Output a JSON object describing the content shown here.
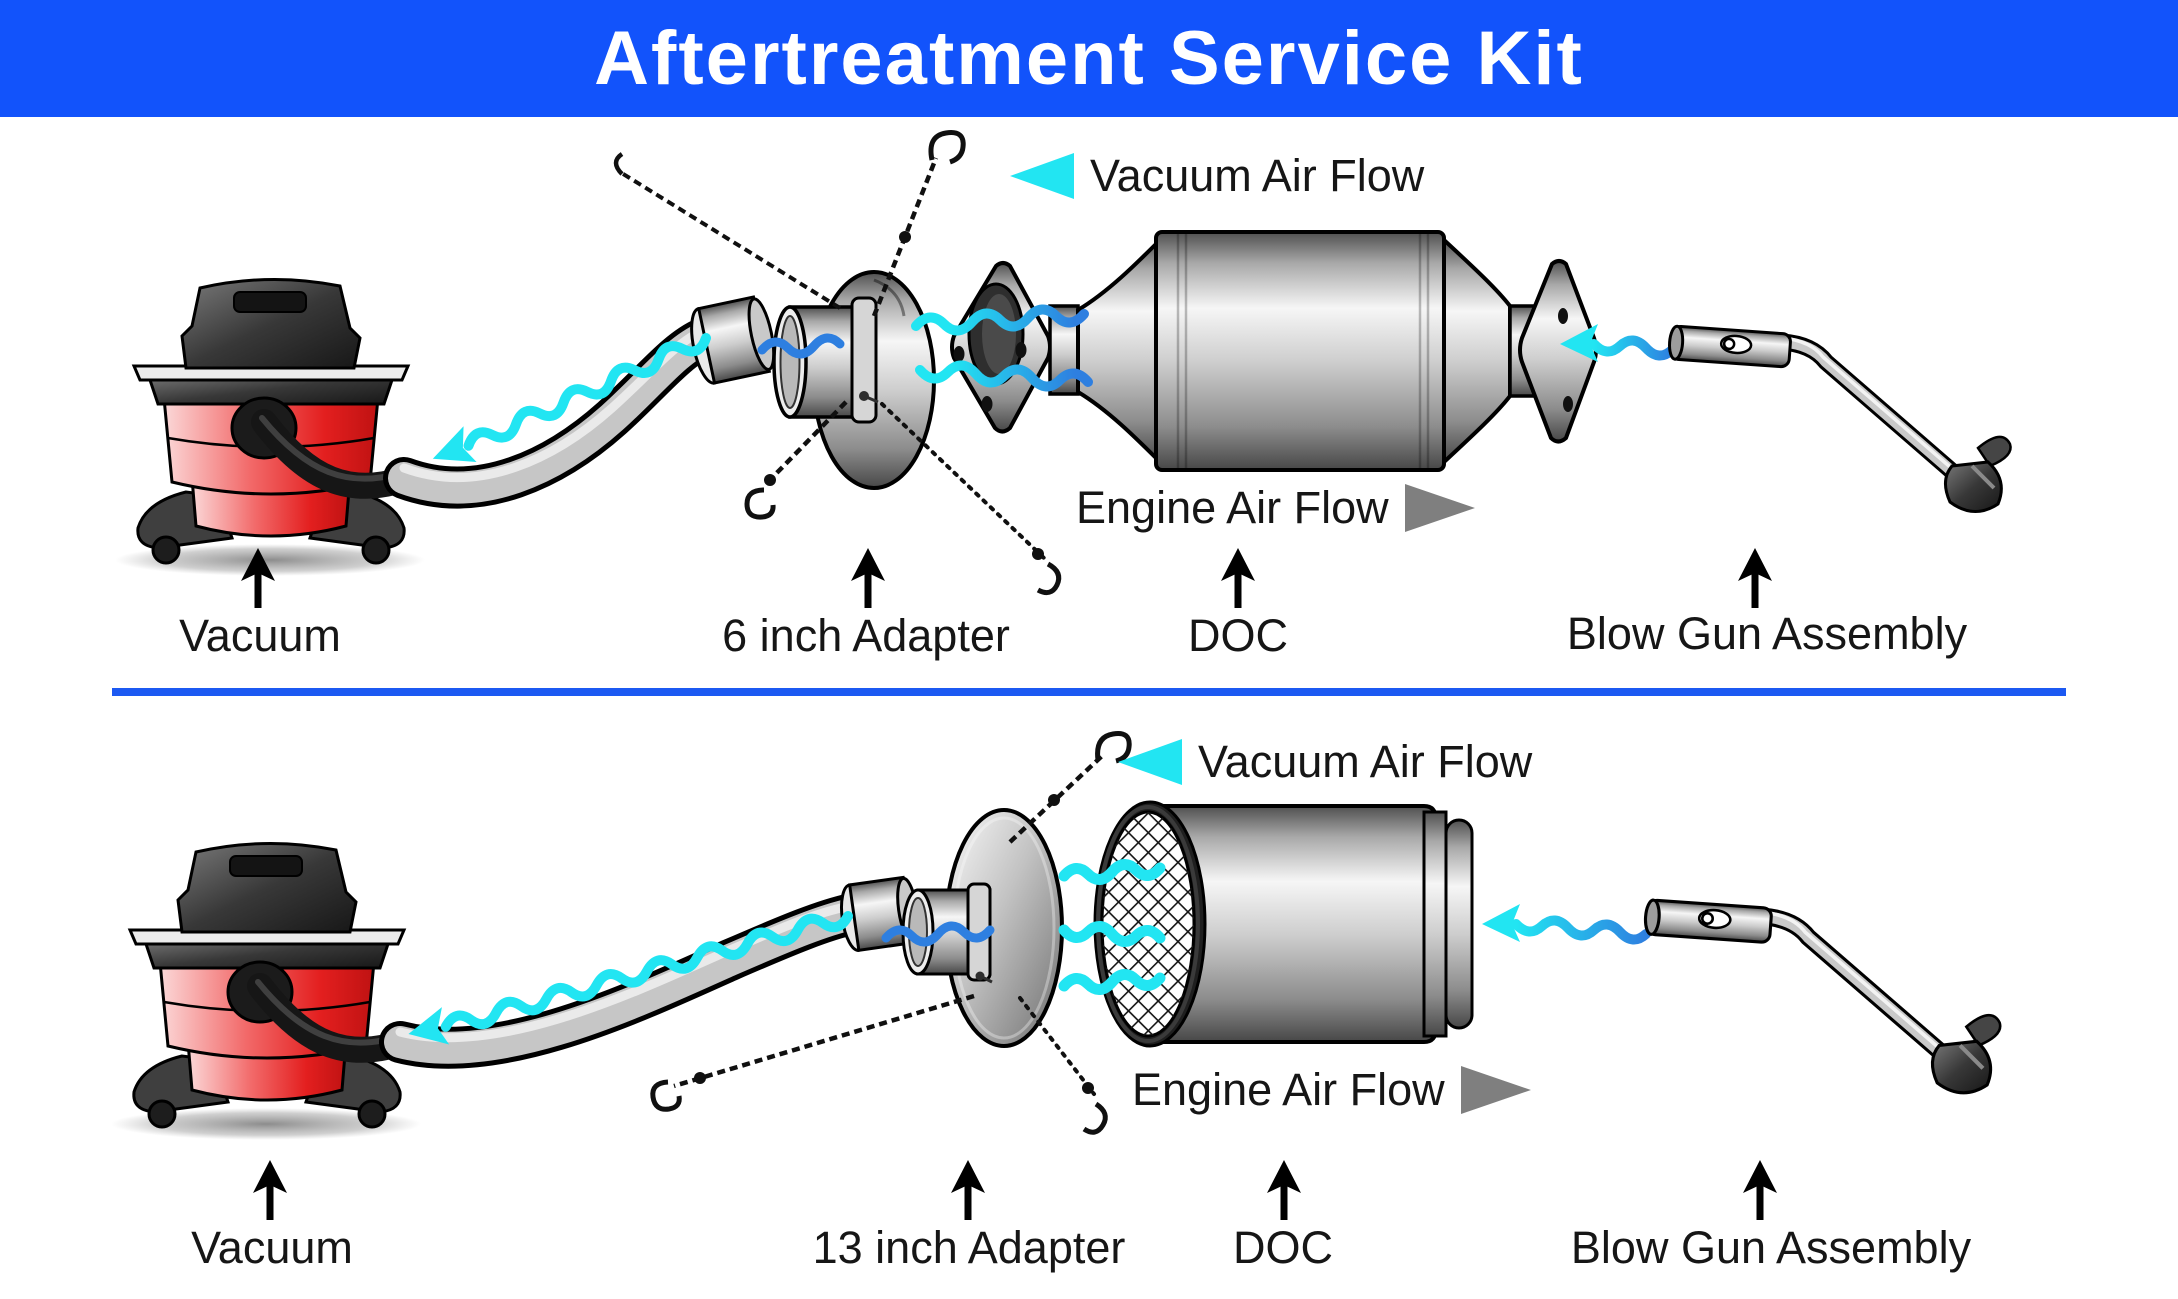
{
  "header": {
    "title": "Aftertreatment Service Kit"
  },
  "colors": {
    "header_bg": "#1253fb",
    "header_text": "#ffffff",
    "divider": "#1c59f2",
    "flow_cyan": "#22e5f2",
    "flow_blue": "#2e7fe0",
    "flow_gray": "#7f7f7f",
    "label_ink": "#161616",
    "vacuum_red": "#e02222"
  },
  "icons": {
    "vacuum_flow": "triangle-left-cyan",
    "engine_flow": "triangle-right-gray",
    "component_pointer": "arrow-up-black"
  },
  "sections": {
    "top": {
      "flow_labels": {
        "vacuum": {
          "text": "Vacuum Air Flow",
          "arrow_direction": "left",
          "arrow_color": "cyan"
        },
        "engine": {
          "text": "Engine Air Flow",
          "arrow_direction": "right",
          "arrow_color": "gray"
        }
      },
      "components": [
        {
          "label": "Vacuum"
        },
        {
          "label": "6 inch Adapter"
        },
        {
          "label": "DOC"
        },
        {
          "label": "Blow Gun Assembly"
        }
      ]
    },
    "bottom": {
      "flow_labels": {
        "vacuum": {
          "text": "Vacuum Air Flow",
          "arrow_direction": "left",
          "arrow_color": "cyan"
        },
        "engine": {
          "text": "Engine Air Flow",
          "arrow_direction": "right",
          "arrow_color": "gray"
        }
      },
      "components": [
        {
          "label": "Vacuum"
        },
        {
          "label": "13 inch Adapter"
        },
        {
          "label": "DOC"
        },
        {
          "label": "Blow Gun Assembly"
        }
      ]
    }
  }
}
